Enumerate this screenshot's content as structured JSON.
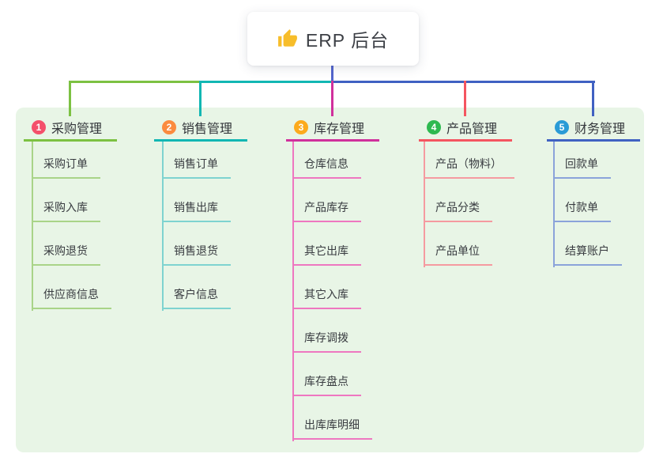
{
  "root": {
    "label": "ERP 后台",
    "icon": "thumbs-up-icon",
    "icon_color": "#f7bd2a",
    "connector_color": "#5365cd"
  },
  "panel": {
    "background": "#e8f5e6"
  },
  "branches": [
    {
      "index": "1",
      "label": "采购管理",
      "badge_color": "#f4506b",
      "line_color": "#7cc142",
      "child_line_color": "#a9d488",
      "children": [
        "采购订单",
        "采购入库",
        "采购退货",
        "供应商信息"
      ]
    },
    {
      "index": "2",
      "label": "销售管理",
      "badge_color": "#fb8b3f",
      "line_color": "#12b7b3",
      "child_line_color": "#7ed3d0",
      "children": [
        "销售订单",
        "销售出库",
        "销售退货",
        "客户信息"
      ]
    },
    {
      "index": "3",
      "label": "库存管理",
      "badge_color": "#fcaa1c",
      "line_color": "#d0309c",
      "child_line_color": "#ee77c0",
      "children": [
        "仓库信息",
        "产品库存",
        "其它出库",
        "其它入库",
        "库存调拨",
        "库存盘点",
        "出库库明细"
      ]
    },
    {
      "index": "4",
      "label": "产品管理",
      "badge_color": "#2eb950",
      "line_color": "#f45560",
      "child_line_color": "#f59aa0",
      "children": [
        "产品（物料）",
        "产品分类",
        "产品单位"
      ]
    },
    {
      "index": "5",
      "label": "财务管理",
      "badge_color": "#2a9bd6",
      "line_color": "#4061c2",
      "child_line_color": "#8ba3da",
      "children": [
        "回款单",
        "付款单",
        "结算账户"
      ]
    }
  ]
}
